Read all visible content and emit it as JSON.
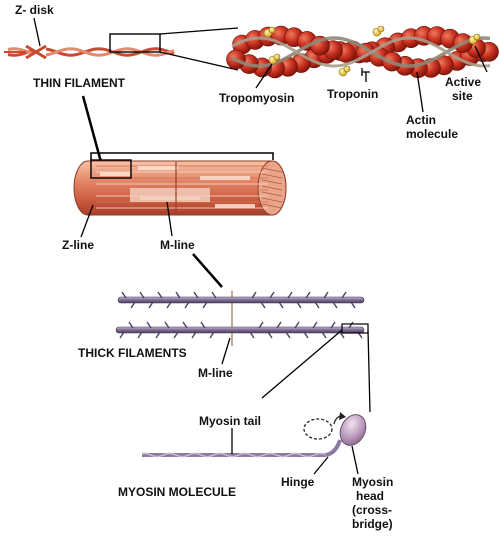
{
  "labels": {
    "z_disk": "Z- disk",
    "thin_filament": "THIN FILAMENT",
    "tropomyosin": "Tropomyosin",
    "troponin": "Troponin",
    "actin_line1": "Actin",
    "actin_line2": "molecule",
    "active_line1": "Active",
    "active_line2": "site",
    "z_line": "Z-line",
    "m_line_top": "M-line",
    "thick_filaments": "THICK FILAMENTS",
    "m_line_bottom": "M-line",
    "myosin_tail": "Myosin tail",
    "hinge": "Hinge",
    "myosin_head_line1": "Myosin",
    "myosin_head_line2": "head",
    "myosin_head_line3": "(cross-",
    "myosin_head_line4": "bridge)",
    "myosin_molecule": "MYOSIN MOLECULE"
  },
  "colors": {
    "actin": "#c62f1f",
    "actin_dark": "#8e1a10",
    "tropomyosin": "#9a8f7e",
    "troponin": "#f2d24a",
    "myofibril": "#e08a6e",
    "thick_filament": "#8a7a9a",
    "myosin_head": "#b89ab8"
  }
}
